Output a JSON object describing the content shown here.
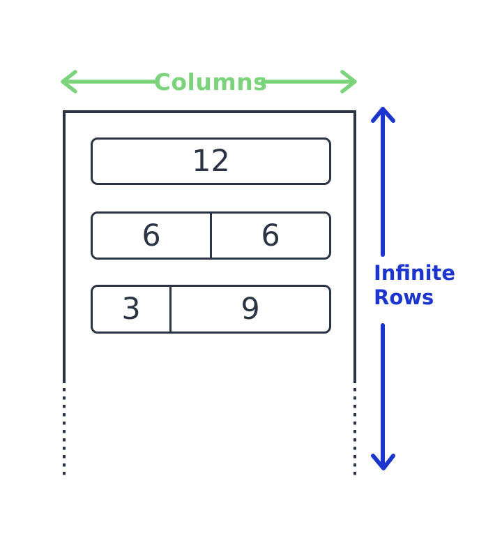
{
  "diagram": {
    "columns_label": "Columns",
    "rows_label_line1": "Infinite",
    "rows_label_line2": "Rows",
    "grid_rows": [
      {
        "cells": [
          {
            "label": "12",
            "span": 12
          }
        ]
      },
      {
        "cells": [
          {
            "label": "6",
            "span": 6
          },
          {
            "label": "6",
            "span": 6
          }
        ]
      },
      {
        "cells": [
          {
            "label": "3",
            "span": 3
          },
          {
            "label": "9",
            "span": 9
          }
        ]
      }
    ],
    "colors": {
      "ink": "#2A3444",
      "columns_green": "#7BD37B",
      "rows_blue": "#1B35CE",
      "background": "#FFFFFF"
    }
  }
}
